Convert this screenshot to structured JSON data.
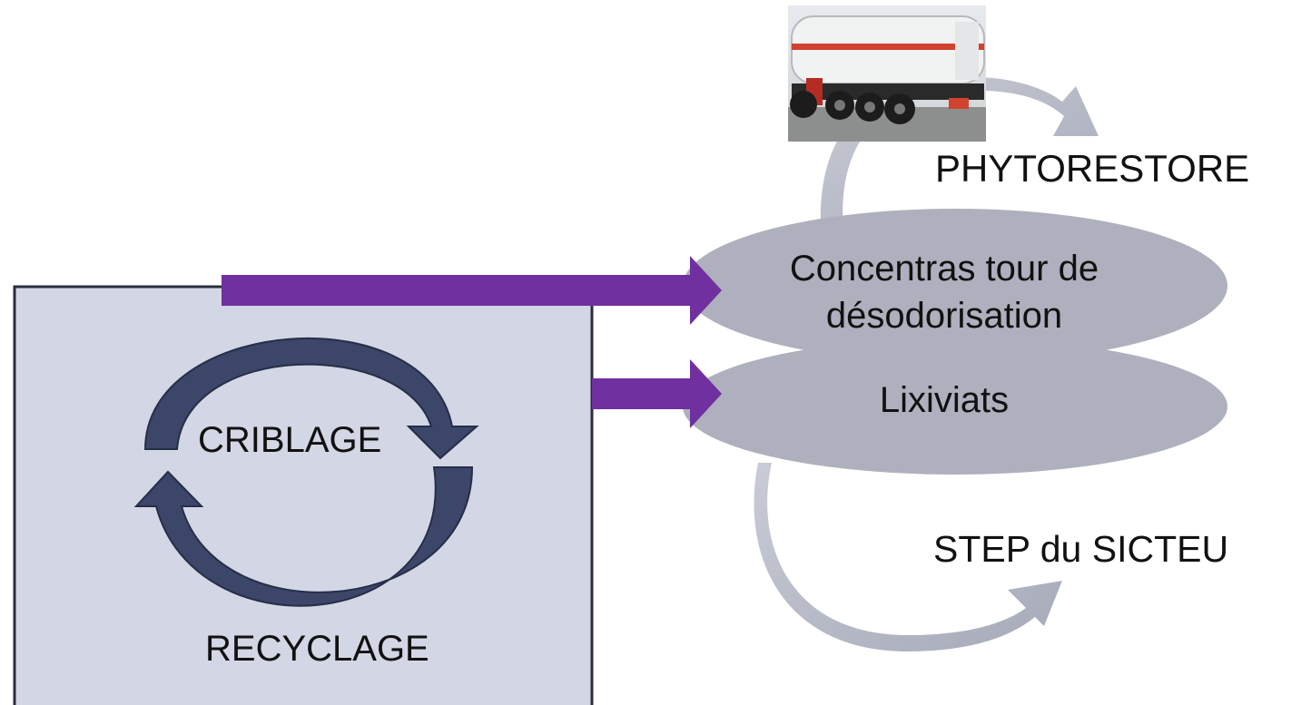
{
  "diagram": {
    "labels": {
      "phytorestore": "PHYTORESTORE",
      "concentras": "Concentras tour de désodorisation",
      "lixiviats": "Lixiviats",
      "step": "STEP du SICTEU",
      "criblage": "CRIBLAGE",
      "recyclage": "RECYCLAGE"
    },
    "colors": {
      "box_fill": "#d3d6e4",
      "box_border": "#2a2d3a",
      "cycle_arrow": "#3b4668",
      "cycle_arrow_dark": "#262e48",
      "flow_arrow": "#7030a0",
      "ellipse": "#aeb0bd",
      "curved_arrow": "#b8bcc8"
    },
    "image": {
      "description_icon": "tanker-truck-photo-icon"
    }
  }
}
